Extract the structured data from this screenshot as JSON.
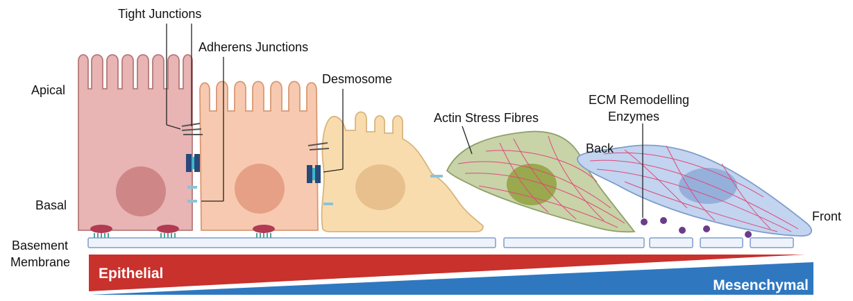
{
  "labels": {
    "tight_junctions": "Tight Junctions",
    "adherens_junctions": "Adherens Junctions",
    "desmosome": "Desmosome",
    "apical": "Apical",
    "basal": "Basal",
    "actin_stress_fibres": "Actin Stress Fibres",
    "ecm_line1": "ECM Remodelling",
    "ecm_line2": "Enzymes",
    "back": "Back",
    "front": "Front",
    "basement_line1": "Basement",
    "basement_line2": "Membrane"
  },
  "gradient": {
    "epithelial": "Epithelial",
    "mesenchymal": "Mesenchymal",
    "epithelial_color": "#c8312c",
    "mesenchymal_color": "#2f78c0"
  },
  "cells": [
    {
      "name": "epithelial-cell-1",
      "fill": "#e8b4b4"
    },
    {
      "name": "epithelial-cell-2",
      "fill": "#f7c9b0"
    },
    {
      "name": "transitional-cell",
      "fill": "#f9dcae"
    },
    {
      "name": "spindle-cell",
      "fill": "#c8d3a8"
    },
    {
      "name": "mesenchymal-cell",
      "fill": "#c2d4ef"
    }
  ]
}
